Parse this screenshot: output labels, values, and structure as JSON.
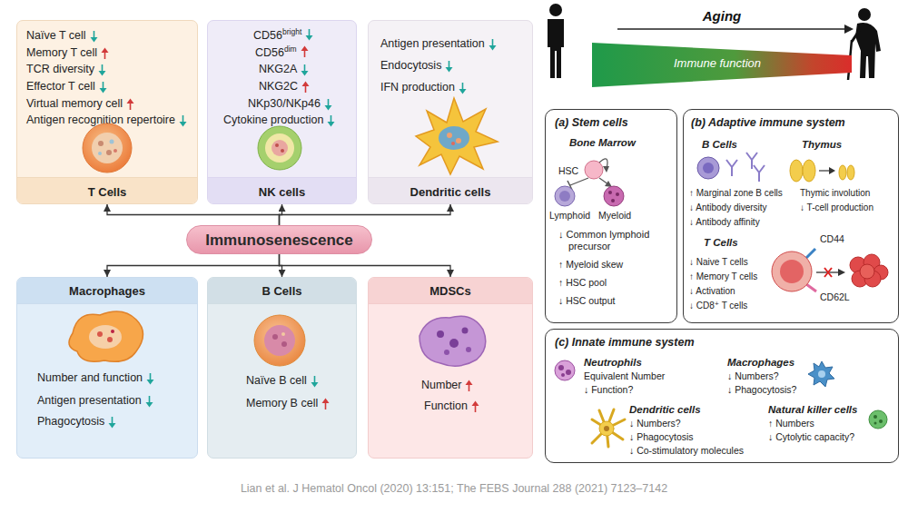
{
  "diagram": {
    "caption": "Lian et al. J Hematol Oncol (2020) 13:151;  The FEBS Journal 288 (2021) 7123–7142",
    "nodes": [
      {
        "text": [
          "Naïve T cell",
          "Memory T cell",
          "TCR diversity",
          "Effector T cell",
          "Virtual memory cell",
          "Antigen recognition repertoire",
          "T Cells"
        ]
      },
      {
        "text": [
          "CD56",
          "bright",
          "CD56",
          "dim",
          "NKG2A",
          "NKG2C",
          "NKp30/NKp46",
          "Cytokine production",
          "NK cells"
        ]
      },
      {
        "text": [
          "Antigen presentation",
          "Endocytosis",
          "IFN production",
          "Dendritic cells"
        ]
      },
      {
        "text": [
          "Immunosenescence"
        ]
      },
      {
        "text": [
          "Macrophages",
          "Number and function",
          "Antigen presentation",
          "Phagocytosis"
        ]
      },
      {
        "text": [
          "B Cells",
          "Naïve B cell",
          "Memory B cell"
        ]
      },
      {
        "text": [
          "MDSCs",
          "Number",
          "Function"
        ]
      },
      {
        "text": [
          "(a) Stem cells",
          "Bone Marrow",
          "HSC",
          "Lymphoid",
          "Myeloid",
          "↓ Common lymphoid precursor",
          "↑ Myeloid skew",
          "↑ HSC pool",
          "↓ HSC output"
        ]
      },
      {
        "text": [
          "(b) Adaptive immune system",
          "B Cells",
          "Thymus",
          "↑ Marginal zone B cells",
          "↓ Antibody diversity",
          "↓ Antibody affinity",
          "Thymic involution",
          "↓ T-cell production",
          "T Cells",
          "↓ Naive T cells",
          "↑ Memory T cells",
          "↓ Activation",
          "↓ CD8⁺ T cells",
          "CD44",
          "CD62L"
        ]
      },
      {
        "text": [
          "(c) Innate immune system",
          "Neutrophils",
          "Equivalent Number",
          "↓ Function?",
          "Macrophages",
          "↓ Numbers?",
          "↓ Phagocytosis?",
          "Dendritic cells",
          "↓ Numbers?",
          "↓ Phagocytosis",
          "↓ Co-stimulatory molecules",
          "Natural killer cells",
          "↑ Numbers",
          "↓ Cytolytic capacity?"
        ]
      }
    ],
    "edges": [
      {
        "from": 3,
        "to": 0,
        "arrow": "to"
      },
      {
        "from": 3,
        "to": 1,
        "arrow": "to"
      },
      {
        "from": 3,
        "to": 2,
        "arrow": "to"
      },
      {
        "from": 3,
        "to": 4,
        "arrow": "to"
      },
      {
        "from": 3,
        "to": 5,
        "arrow": "to"
      },
      {
        "from": 3,
        "to": 6,
        "arrow": "to"
      }
    ],
    "labels": [
      "Aging",
      "Immune function"
    ]
  }
}
